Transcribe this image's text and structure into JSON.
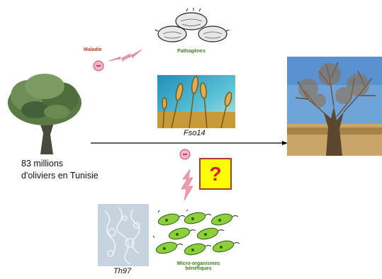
{
  "labels": {
    "maladie": "Maladie",
    "pathogenes": "Pathogènes",
    "fso14": "Fso14",
    "oliviers_line1": "83 millions",
    "oliviers_line2": "d'oliviers en Tunisie",
    "question": "?",
    "th97": "Th97",
    "micro_line1": "Micro-organismes",
    "micro_line2": "bénéfiques"
  },
  "icons": {
    "minus_symbol": "−",
    "minus_symbol_2": "−"
  },
  "colors": {
    "pink_circle": "#f5b3c3",
    "pink_bolt": "#f29aae",
    "question_bg": "#ffff00",
    "question_text": "#d81e1e",
    "green_label": "#3f7d1f",
    "red_label": "#c0392b"
  }
}
